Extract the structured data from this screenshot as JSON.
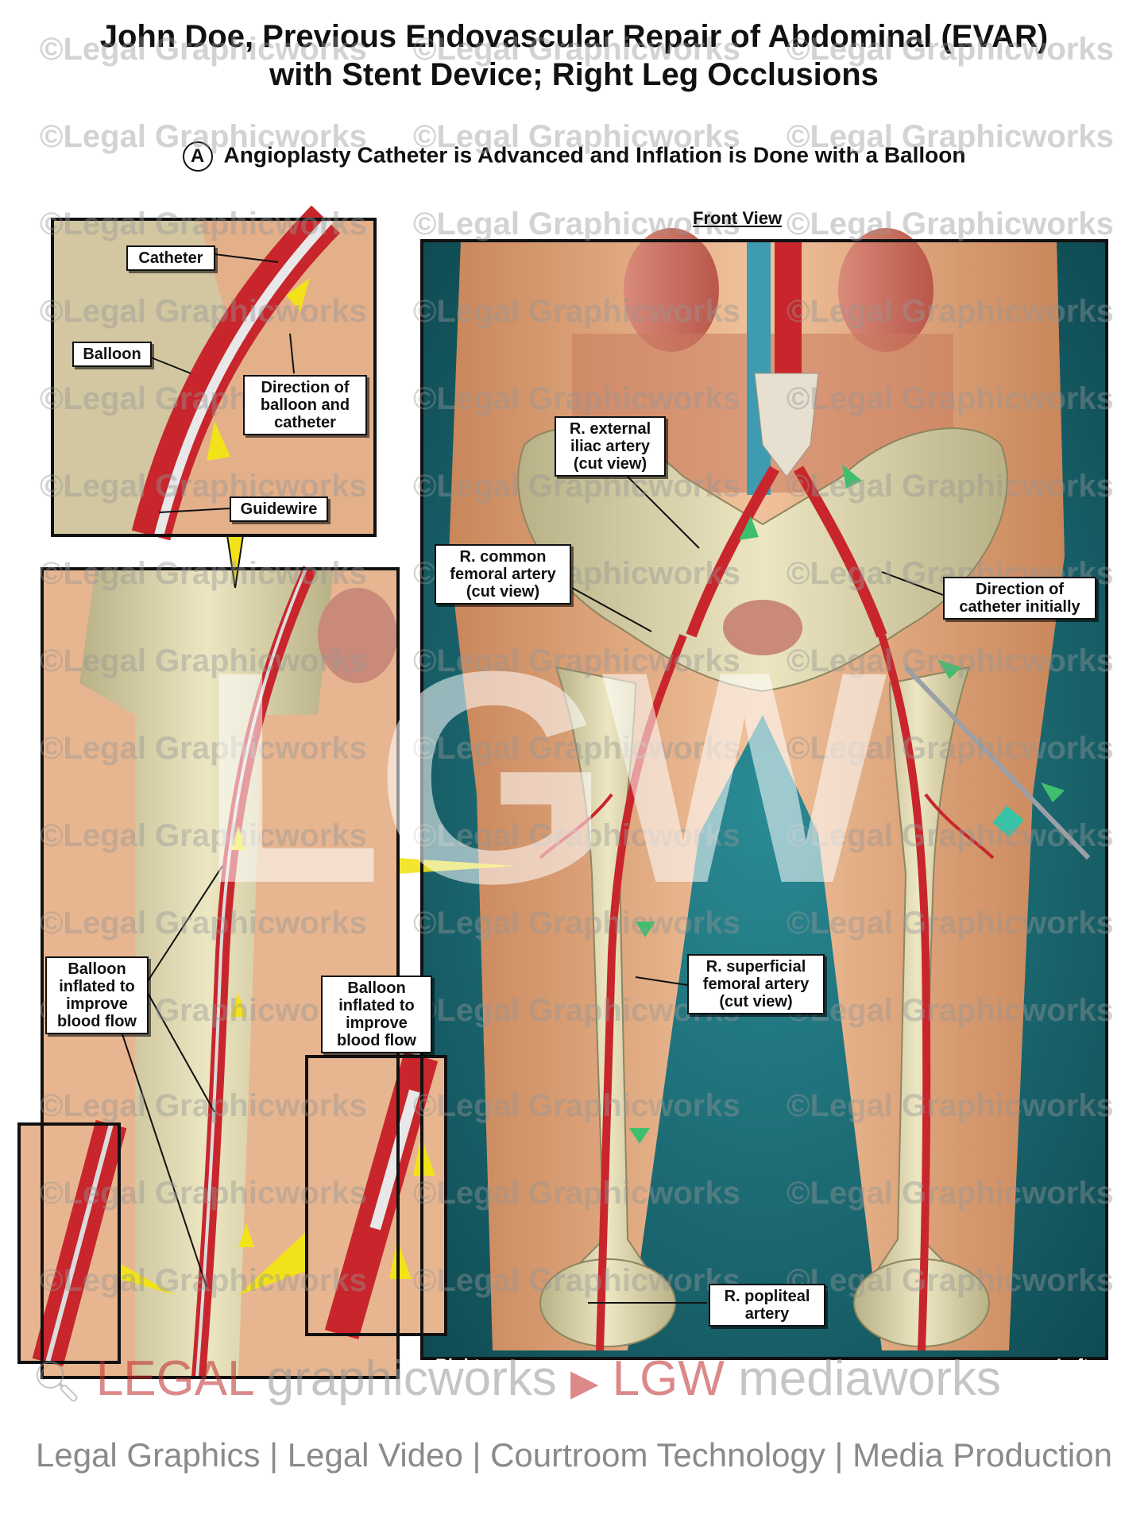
{
  "title": {
    "line1": "John Doe, Previous Endovascular Repair of Abdominal (EVAR)",
    "line2": "with Stent Device; Right Leg Occlusions"
  },
  "subtitle": {
    "marker": "A",
    "text": "Angioplasty Catheter is Advanced and Inflation is Done with a Balloon"
  },
  "main_view": {
    "heading": "Front View",
    "side_right": "Right",
    "side_left": "Left",
    "labels": {
      "ext_iliac": "R. external iliac artery (cut view)",
      "common_femoral": "R. common femoral artery (cut view)",
      "catheter_direction": "Direction of catheter initially",
      "superficial_femoral": "R. superficial femoral artery (cut view)",
      "popliteal": "R. popliteal artery"
    }
  },
  "inset_top": {
    "catheter": "Catheter",
    "balloon": "Balloon",
    "direction": "Direction of balloon and catheter",
    "guidewire": "Guidewire"
  },
  "inset_mid": {
    "balloon_inflated": "Balloon inflated to improve blood flow"
  },
  "inset_right": {
    "balloon_inflated": "Balloon inflated to improve blood flow"
  },
  "watermark": {
    "text": "©Legal Graphicworks",
    "big": "LGW"
  },
  "brand": {
    "legal": "LEGAL",
    "graphicworks": "graphicworks",
    "lgw": "LGW",
    "mediaworks": "mediaworks"
  },
  "footer": {
    "text": "Legal Graphics | Legal Video | Courtroom Technology | Media Production"
  },
  "colors": {
    "artery": "#c8262c",
    "bone": "#d9d2a6",
    "skin": "#e8b48c",
    "teal": "#1e6b74",
    "arrow_yellow": "#f2e21a",
    "arrow_green": "#3fbf6e"
  }
}
